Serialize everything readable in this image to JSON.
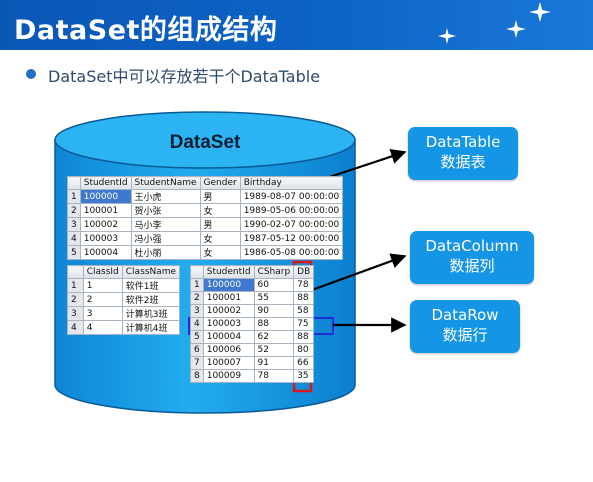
{
  "title": "DataSet的组成结构",
  "bullet": "DataSet中可以存放若干个DataTable",
  "cylinder_label": "DataSet",
  "student_table": {
    "headers": [
      "",
      "StudentId",
      "StudentName",
      "Gender",
      "Birthday"
    ],
    "rows": [
      [
        "1",
        "100000",
        "王小虎",
        "男",
        "1989-08-07 00:00:00"
      ],
      [
        "2",
        "100001",
        "贺小张",
        "女",
        "1989-05-06 00:00:00"
      ],
      [
        "3",
        "100002",
        "马小李",
        "男",
        "1990-02-07 00:00:00"
      ],
      [
        "4",
        "100003",
        "冯小强",
        "女",
        "1987-05-12 00:00:00"
      ],
      [
        "5",
        "100004",
        "杜小丽",
        "女",
        "1986-05-08 00:00:00"
      ]
    ]
  },
  "class_table": {
    "headers": [
      "",
      "ClassId",
      "ClassName"
    ],
    "rows": [
      [
        "1",
        "1",
        "软件1班"
      ],
      [
        "2",
        "2",
        "软件2班"
      ],
      [
        "3",
        "3",
        "计算机3班"
      ],
      [
        "4",
        "4",
        "计算机4班"
      ]
    ]
  },
  "score_table": {
    "headers": [
      "",
      "StudentId",
      "CSharp",
      "DB"
    ],
    "rows": [
      [
        "1",
        "100000",
        "60",
        "78"
      ],
      [
        "2",
        "100001",
        "55",
        "88"
      ],
      [
        "3",
        "100002",
        "90",
        "58"
      ],
      [
        "4",
        "100003",
        "88",
        "75"
      ],
      [
        "5",
        "100004",
        "62",
        "88"
      ],
      [
        "6",
        "100006",
        "52",
        "80"
      ],
      [
        "7",
        "100007",
        "91",
        "66"
      ],
      [
        "8",
        "100009",
        "78",
        "35"
      ]
    ]
  },
  "labels": {
    "datatable": [
      "DataTable",
      "数据表"
    ],
    "datacolumn": [
      "DataColumn",
      "数据列"
    ],
    "datarow": [
      "DataRow",
      "数据行"
    ]
  },
  "colors": {
    "title_bar": "#0d63c6",
    "cylinder_fill": "#1aa0e8",
    "label_fill": "#1495e6",
    "column_highlight": "#e0141c",
    "row_highlight": "#1f2fd8"
  }
}
